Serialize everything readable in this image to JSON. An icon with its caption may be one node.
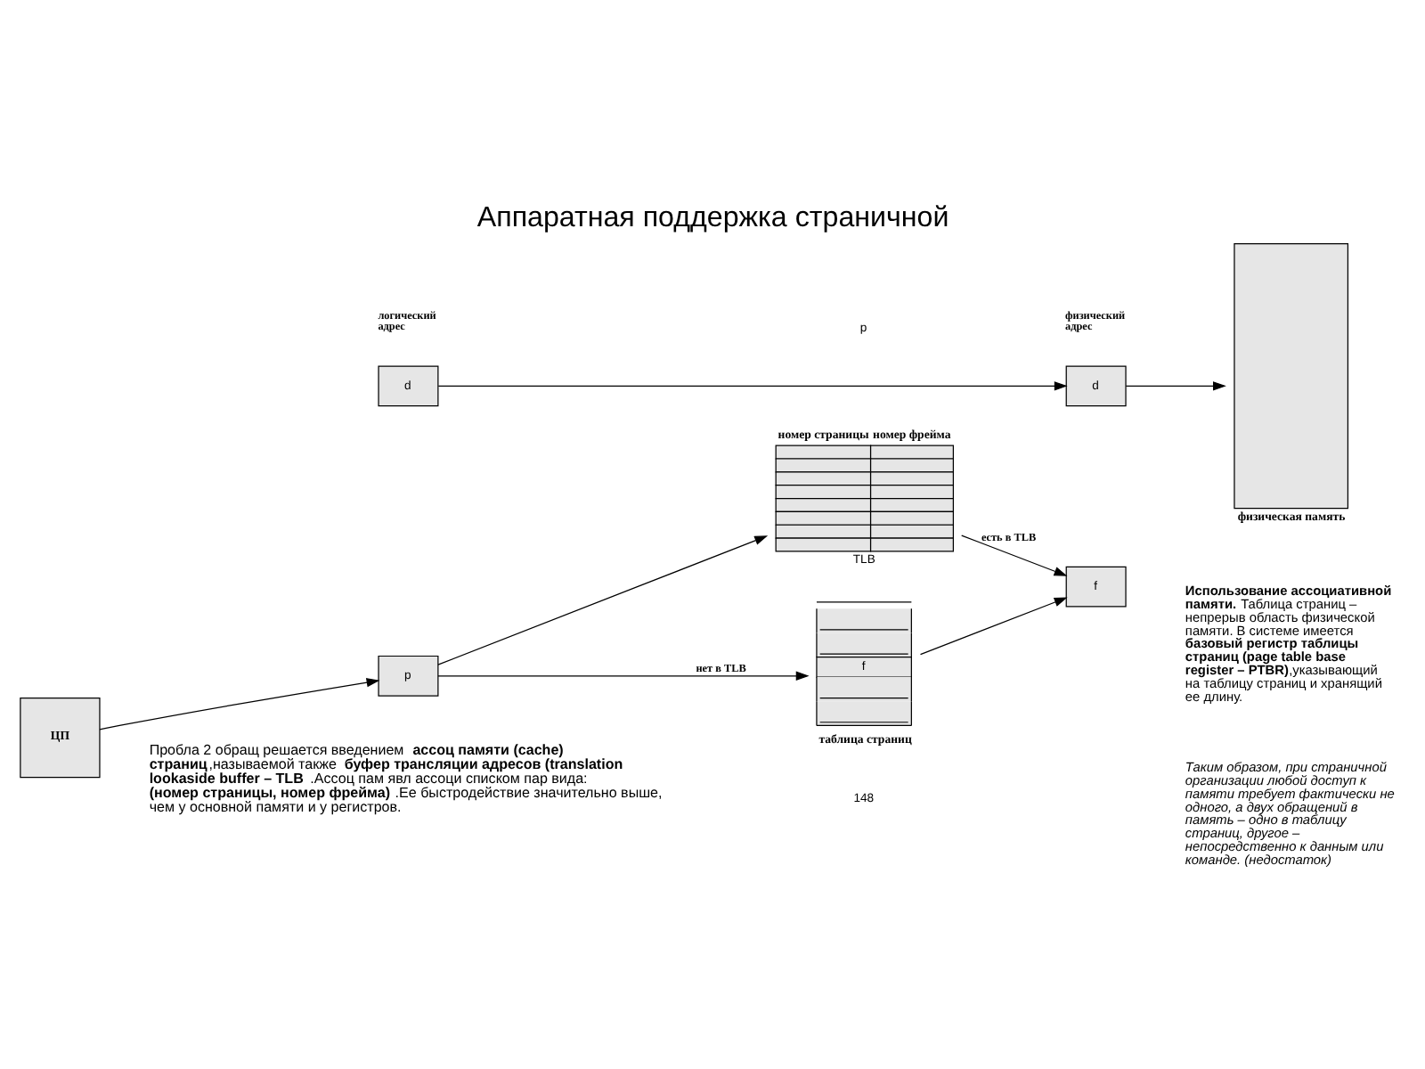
{
  "diagram": {
    "title": "Аппаратная поддержка страничной",
    "nodes": [
      {
        "text": [
          "ЦП"
        ]
      },
      {
        "text": [
          "p"
        ]
      },
      {
        "text": [
          "d"
        ]
      },
      {
        "text": [
          "номер страницы",
          "номер фрейма",
          "TLB"
        ]
      },
      {
        "text": [
          "f",
          "таблица страниц"
        ]
      },
      {
        "text": [
          "f"
        ]
      },
      {
        "text": [
          "d"
        ]
      },
      {
        "text": [
          "физическая память"
        ]
      }
    ],
    "edges": [
      {
        "from": 0,
        "to": 1,
        "arrow": "to"
      },
      {
        "from": 1,
        "to": 3,
        "arrow": "to"
      },
      {
        "from": 1,
        "to": 4,
        "arrow": "to",
        "label": "нет в TLB"
      },
      {
        "from": 3,
        "to": 5,
        "arrow": "to",
        "label": "есть в TLB"
      },
      {
        "from": 4,
        "to": 5,
        "arrow": "to"
      },
      {
        "from": 2,
        "to": 6,
        "arrow": "to"
      },
      {
        "from": 6,
        "to": 7,
        "arrow": "to"
      }
    ],
    "labels": [
      "логический адрес",
      "p",
      "физический адрес",
      "**Использование ассоциативной памяти.** Таблица страниц – непрерыв область физической памяти. В системе имеется **базовый регистр таблицы страниц (page table base register – PTBR)**,указывающий на таблицу страниц и хранящий ее длину.",
      "Таким образом, при страничной организации любой доступ к памяти требует фактически не одного, а двух обращений в память – одно в таблицу страниц, другое – непосредственно к данным или команде. (недостаток)",
      "Пробла 2 обращ решается введением **ассоц памяти (cache) страниц**,называемой также **буфер трансляции адресов (translation lookaside buffer – TLB**.Ассоц пам явл ассоци списком пар вида: **(номер страницы, номер фрейма)**.Ее быстродействие значительно выше, чем у основной памяти и у регистров.",
      "148"
    ]
  }
}
